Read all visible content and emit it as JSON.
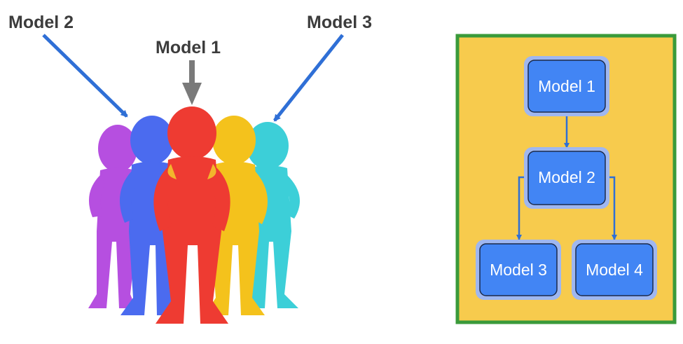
{
  "left_figure": {
    "callouts": {
      "model1": "Model 1",
      "model2": "Model 2",
      "model3": "Model 3"
    },
    "figures": [
      "purple-person",
      "blue-person",
      "red-person",
      "yellow-person",
      "cyan-person"
    ]
  },
  "hierarchy": {
    "nodes": {
      "model1": "Model 1",
      "model2": "Model 2",
      "model3": "Model 3",
      "model4": "Model 4"
    }
  },
  "colors": {
    "panel_fill": "#F7CB4D",
    "panel_border": "#3A9A3A",
    "node_fill": "#4285F4",
    "arrow_blue": "#2F6FD6",
    "arrow_gray": "#7A7A7A"
  }
}
